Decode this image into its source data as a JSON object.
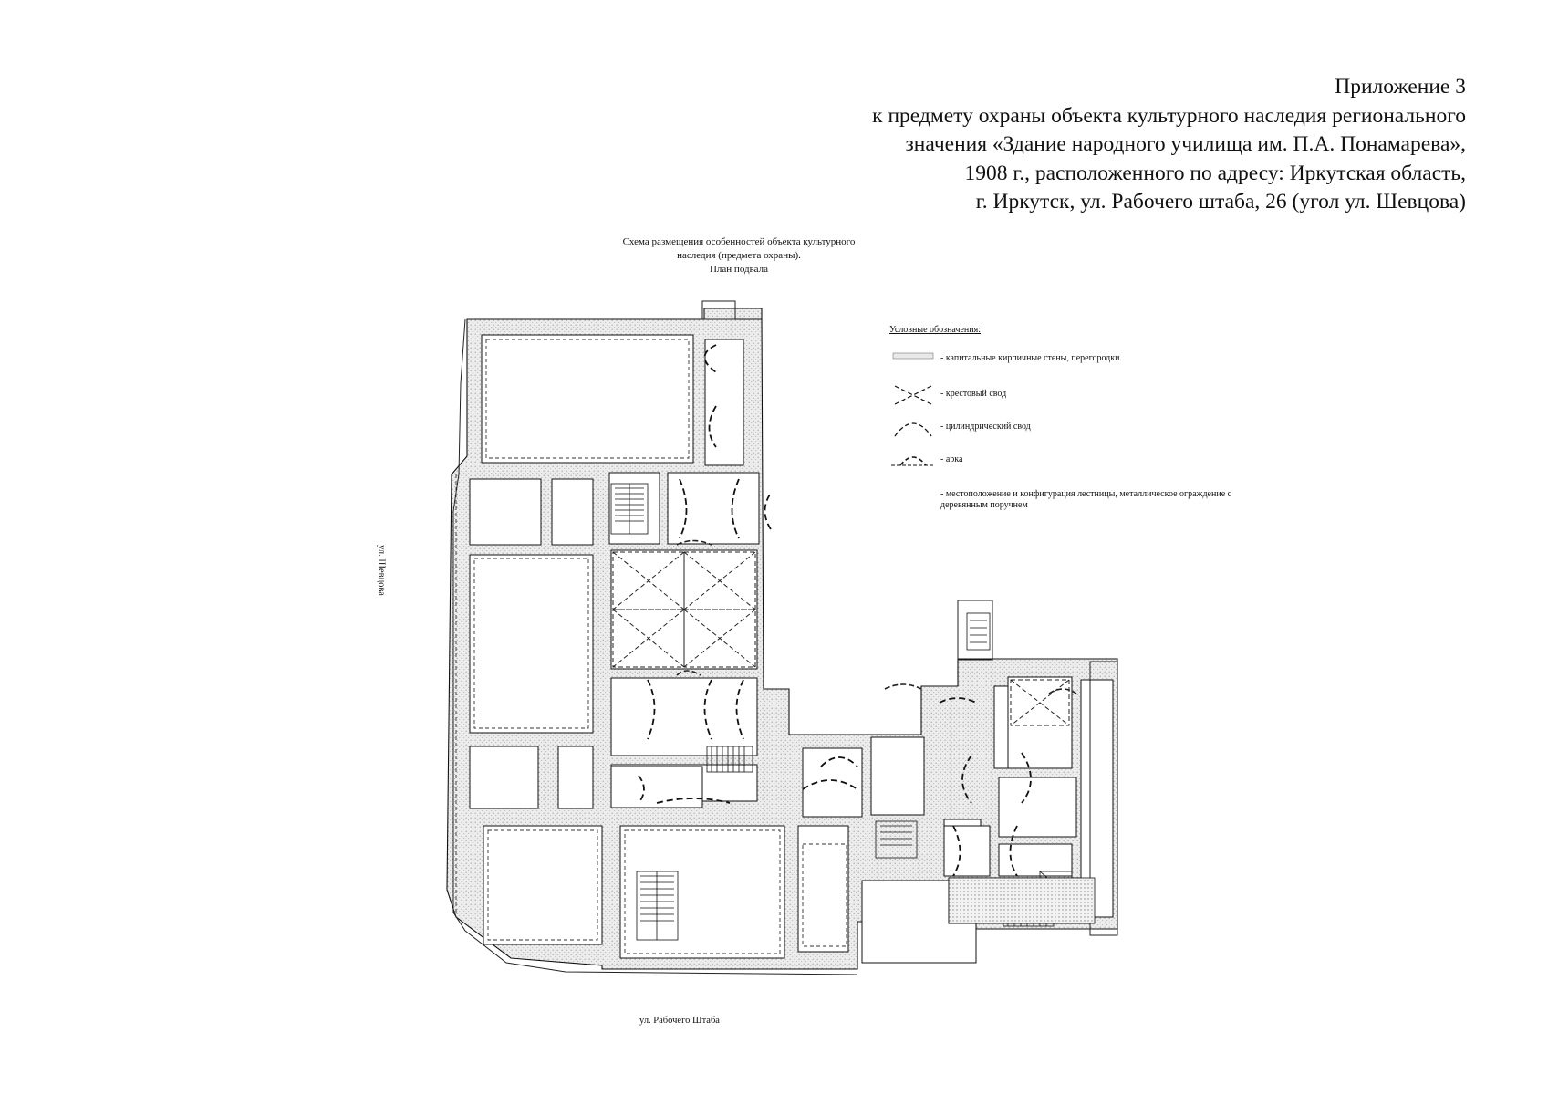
{
  "header": {
    "lines": [
      "Приложение 3",
      "к предмету охраны объекта культурного наследия регионального",
      "значения «Здание народного училища им. П.А. Понамарева»,",
      "1908 г., расположенного по адресу: Иркутская область,",
      "г. Иркутск, ул. Рабочего штаба, 26 (угол ул. Шевцова)"
    ]
  },
  "scheme": {
    "title_lines": [
      "Схема размещения особенностей объекта культурного",
      "наследия (предмета охраны).",
      "План подвала"
    ]
  },
  "streets": {
    "left": "ул. Шевцова",
    "bottom": "ул. Рабочего Штаба"
  },
  "legend": {
    "title": "Условные обозначения:",
    "items": [
      {
        "symbol": "wall",
        "label": "- капитальные кирпичные стены, перегородки"
      },
      {
        "symbol": "cross-vault",
        "label": "- крестовый свод"
      },
      {
        "symbol": "cylindrical-vault",
        "label": "- цилиндрический свод"
      },
      {
        "symbol": "arch",
        "label": "- арка"
      },
      {
        "symbol": "stair",
        "label": "- местоположение и конфигурация лестницы, металлическое ограждение с деревянным поручнем"
      }
    ]
  },
  "colors": {
    "ink": "#111111",
    "wall_fill": "#e9e9e9"
  }
}
